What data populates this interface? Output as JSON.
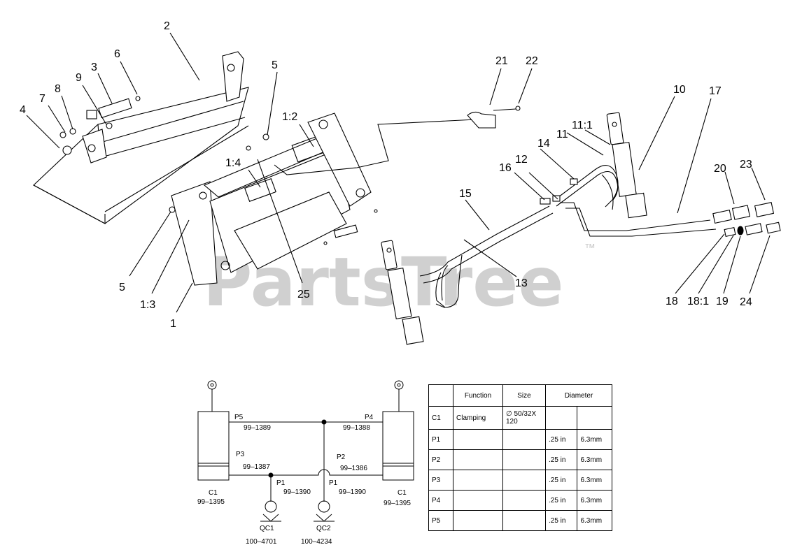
{
  "watermark": "PartsTree",
  "trademark": "™",
  "callouts": [
    "1",
    "1:2",
    "1:3",
    "1:4",
    "2",
    "3",
    "4",
    "5",
    "5",
    "6",
    "7",
    "8",
    "9",
    "10",
    "11",
    "11:1",
    "12",
    "13",
    "14",
    "15",
    "16",
    "17",
    "18",
    "18:1",
    "19",
    "20",
    "21",
    "22",
    "23",
    "24",
    "25"
  ],
  "schematic": {
    "ports": {
      "p5": "P5",
      "p4": "P4",
      "p3": "P3",
      "p2": "P2",
      "p1_left": "P1",
      "p1_right": "P1"
    },
    "hoses": {
      "p5": "99–1389",
      "p4": "99–1388",
      "p3": "99–1387",
      "p2": "99–1386",
      "p1_left": "99–1390",
      "p1_right": "99–1390"
    },
    "cylinders": [
      {
        "label": "C1",
        "part": "99–1395"
      },
      {
        "label": "C1",
        "part": "99–1395"
      }
    ],
    "couplers": [
      {
        "label": "QC1",
        "part": "100–4701"
      },
      {
        "label": "QC2",
        "part": "100–4234"
      }
    ]
  },
  "table": {
    "headers": [
      "",
      "Function",
      "Size",
      "Diameter"
    ],
    "size_symbol": "∅",
    "rows": [
      {
        "id": "C1",
        "function": "Clamping",
        "size": "50/32X 120",
        "d1": "",
        "d2": ""
      },
      {
        "id": "P1",
        "function": "",
        "size": "",
        "d1": ".25 in",
        "d2": "6.3mm"
      },
      {
        "id": "P2",
        "function": "",
        "size": "",
        "d1": ".25 in",
        "d2": "6.3mm"
      },
      {
        "id": "P3",
        "function": "",
        "size": "",
        "d1": ".25 in",
        "d2": "6.3mm"
      },
      {
        "id": "P4",
        "function": "",
        "size": "",
        "d1": ".25 in",
        "d2": "6.3mm"
      },
      {
        "id": "P5",
        "function": "",
        "size": "",
        "d1": ".25 in",
        "d2": "6.3mm"
      }
    ]
  }
}
